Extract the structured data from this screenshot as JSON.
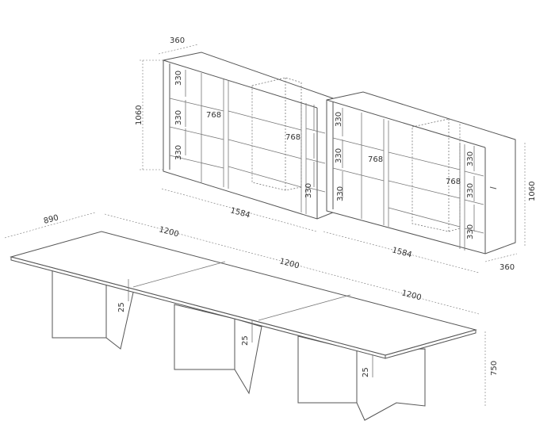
{
  "cabinet": {
    "depth_top": "360",
    "height_left": "1060",
    "shelf_gap_1": "330",
    "shelf_gap_2": "330",
    "shelf_gap_3": "330",
    "inner_width_a": "768",
    "inner_width_b": "768",
    "mid_gap_1": "330",
    "mid_gap_2": "330",
    "mid_gap_3": "330",
    "inner_width_c": "768",
    "inner_width_d": "768",
    "right_gap_1": "330",
    "right_gap_2": "330",
    "right_gap_3": "330",
    "height_right": "1060",
    "depth_bottom": "360",
    "width_left": "1584",
    "width_right": "1584"
  },
  "table": {
    "depth": "890",
    "top_len_1": "1200",
    "top_len_2": "1200",
    "top_len_3": "1200",
    "thickness_1": "25",
    "thickness_2": "25",
    "thickness_3": "25",
    "height": "750"
  }
}
